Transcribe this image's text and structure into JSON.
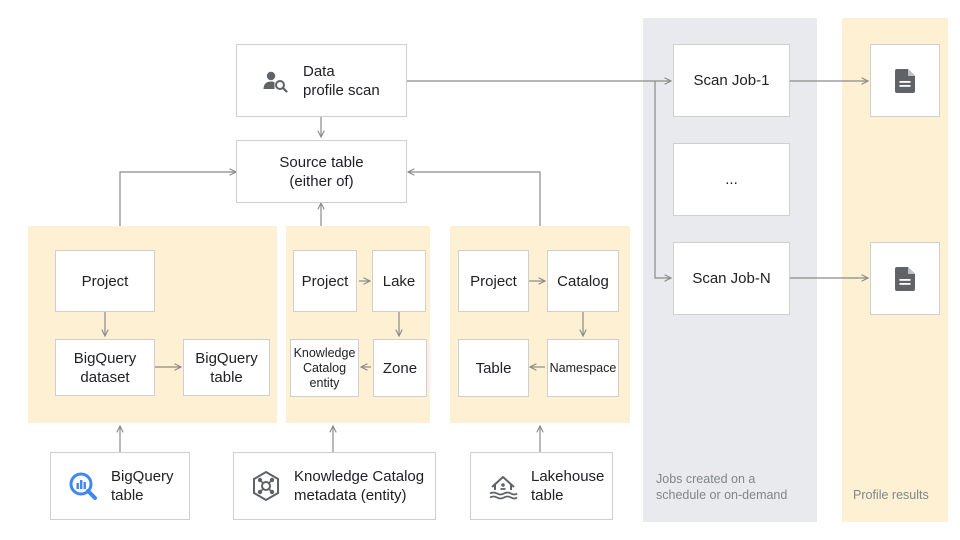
{
  "profile_scan": {
    "label": "Data\nprofile scan",
    "icon": "person-search-icon"
  },
  "source_table": {
    "label": "Source table\n(either of)"
  },
  "bigquery_group": {
    "project": "Project",
    "dataset": "BigQuery\ndataset",
    "table": "BigQuery\ntable"
  },
  "catalog_group": {
    "project": "Project",
    "lake": "Lake",
    "zone": "Zone",
    "entity": "Knowledge\nCatalog\nentity"
  },
  "lakehouse_group": {
    "project": "Project",
    "catalog": "Catalog",
    "namespace": "Namespace",
    "table": "Table"
  },
  "sources": {
    "bigquery": {
      "label": "BigQuery\ntable",
      "icon": "bigquery-icon"
    },
    "knowledge_catalog": {
      "label": "Knowledge Catalog\nmetadata (entity)",
      "icon": "knowledge-catalog-icon"
    },
    "lakehouse": {
      "label": "Lakehouse\ntable",
      "icon": "lakehouse-icon"
    }
  },
  "jobs": {
    "job_first": "Scan Job-1",
    "job_ellipsis": "...",
    "job_last": "Scan Job-N",
    "caption": "Jobs created on a\nschedule or on-demand"
  },
  "results": {
    "caption": "Profile results",
    "icon": "document-icon"
  },
  "colors": {
    "yellow_panel": "#fdf0d3",
    "grey_panel": "#e8eaed",
    "arrow": "#8a8a8a",
    "icon_dark": "#5f6368",
    "icon_blue": "#4285f4"
  }
}
